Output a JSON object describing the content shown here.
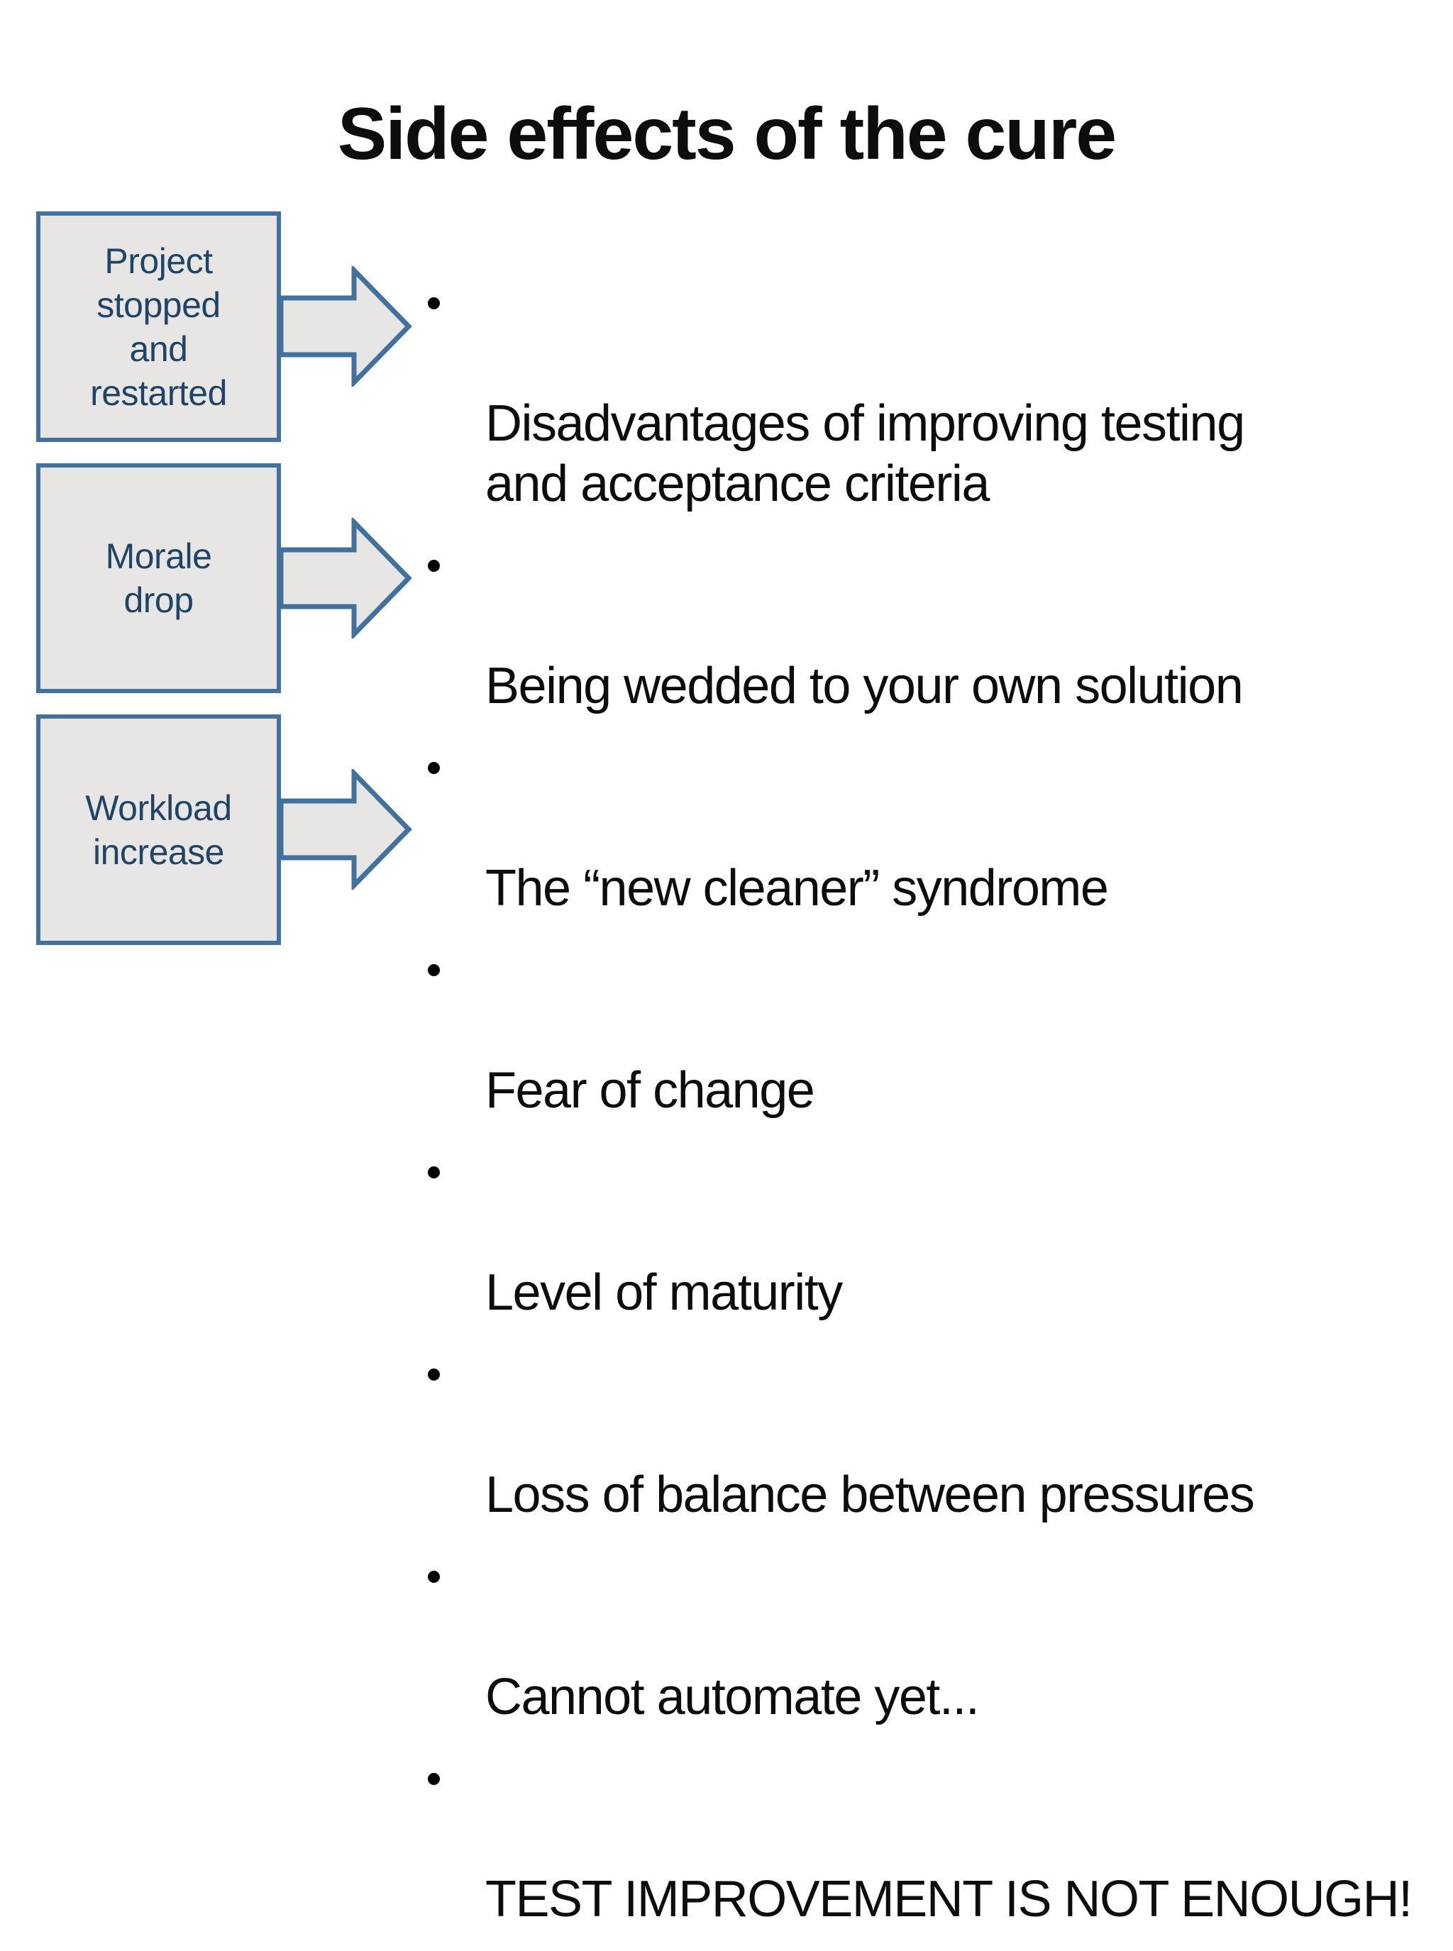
{
  "slide": {
    "title": "Side effects of the cure",
    "colors": {
      "background": "#ffffff",
      "box_fill": "#e7e6e4",
      "box_border": "#41719c",
      "box_text": "#1f4466",
      "text": "#0d0d0d"
    },
    "boxes": [
      {
        "label": "Project\nstopped\nand\nrestarted"
      },
      {
        "label": "Morale\ndrop"
      },
      {
        "label": "Workload\nincrease"
      }
    ],
    "bullets": [
      "Disadvantages of improving testing\nand acceptance criteria",
      "Being wedded to your own solution",
      "The “new cleaner” syndrome",
      "Fear of change",
      "Level of maturity",
      "Loss of balance between pressures",
      "Cannot automate yet...",
      "TEST IMPROVEMENT IS NOT ENOUGH!"
    ]
  }
}
